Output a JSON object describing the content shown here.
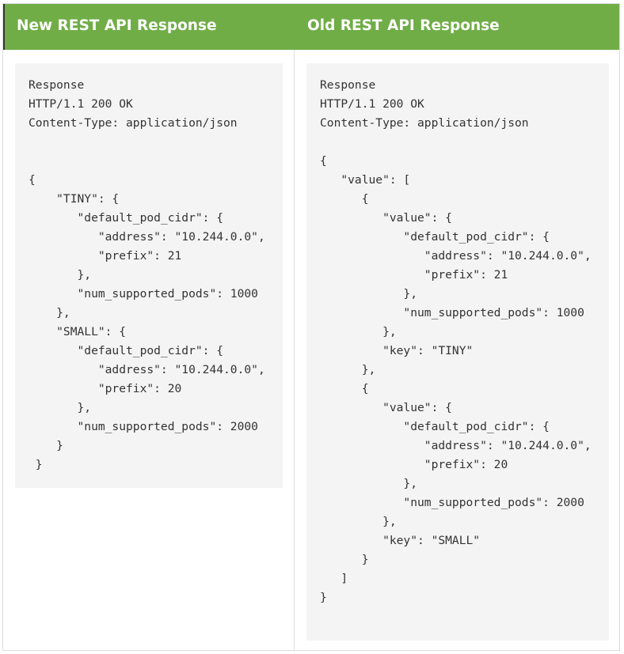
{
  "headers": {
    "new": "New REST API Response",
    "old": "Old REST API Response"
  },
  "new_response": {
    "lines": [
      "Response",
      "HTTP/1.1 200 OK",
      "Content-Type: application/json",
      "",
      "",
      "{",
      "    \"TINY\": {",
      "       \"default_pod_cidr\": {",
      "          \"address\": \"10.244.0.0\",",
      "          \"prefix\": 21",
      "       },",
      "       \"num_supported_pods\": 1000",
      "    },",
      "    \"SMALL\": {",
      "       \"default_pod_cidr\": {",
      "          \"address\": \"10.244.0.0\",",
      "          \"prefix\": 20",
      "       },",
      "       \"num_supported_pods\": 2000",
      "    }",
      " }"
    ]
  },
  "old_response": {
    "lines": [
      "Response",
      "HTTP/1.1 200 OK",
      "Content-Type: application/json",
      "",
      "{",
      "   \"value\": [",
      "      {",
      "         \"value\": {",
      "            \"default_pod_cidr\": {",
      "               \"address\": \"10.244.0.0\",",
      "               \"prefix\": 21",
      "            },",
      "            \"num_supported_pods\": 1000",
      "         },",
      "         \"key\": \"TINY\"",
      "      },",
      "      {",
      "         \"value\": {",
      "            \"default_pod_cidr\": {",
      "               \"address\": \"10.244.0.0\",",
      "               \"prefix\": 20",
      "            },",
      "            \"num_supported_pods\": 2000",
      "         },",
      "         \"key\": \"SMALL\"",
      "      }",
      "   ]",
      "}"
    ]
  }
}
